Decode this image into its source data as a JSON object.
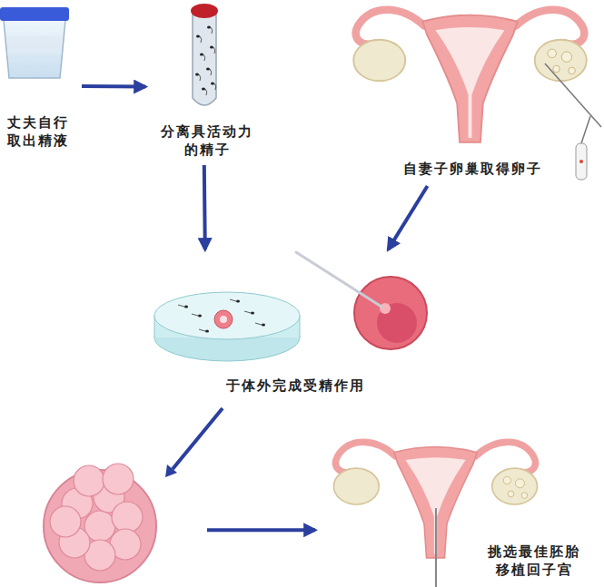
{
  "diagram": {
    "nodes": [
      {
        "text": [
          "丈夫自行 取出精液"
        ]
      },
      {
        "text": [
          "分离具活动力 的精子"
        ]
      },
      {
        "text": [
          "自妻子卵巢取得卵子"
        ]
      },
      {
        "text": [
          "于体外完成受精作用"
        ]
      },
      {
        "text": [
          "挑选最佳胚胎 移植回子宫"
        ]
      }
    ],
    "edges": [
      {
        "from": 0,
        "to": 1,
        "arrow": "to"
      },
      {
        "from": 1,
        "to": 3,
        "arrow": "to"
      },
      {
        "from": 2,
        "to": 3,
        "arrow": "to"
      },
      {
        "from": 3,
        "to": 4,
        "arrow": "to"
      }
    ]
  }
}
